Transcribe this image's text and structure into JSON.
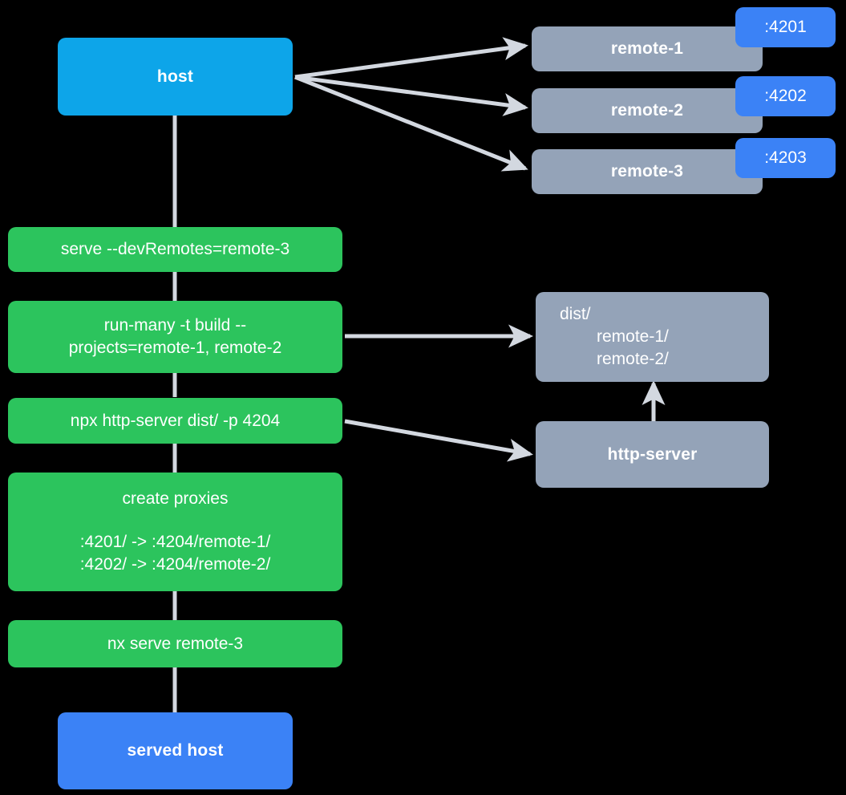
{
  "diagram": {
    "title": "Nx module federation host and remotes serve flow",
    "background": "#000000",
    "colors": {
      "host": "#0DA5E9",
      "served_host": "#3B82F6",
      "command": "#2CC45D",
      "remote": "#94A3B8",
      "port_badge": "#3B82F6",
      "edge": "#D3D8E0",
      "text": "#FFFFFF"
    },
    "nodes": {
      "host": "host",
      "served_host": "served host",
      "remote_1": "remote-1",
      "remote_2": "remote-2",
      "remote_3": "remote-3",
      "http_server": "http-server",
      "dist_root": "dist/",
      "dist_child_1": "remote-1/",
      "dist_child_2": "remote-2/",
      "cmd_serve": "serve --devRemotes=remote-3",
      "cmd_run_many_line1": "run-many -t build --",
      "cmd_run_many_line2": "projects=remote-1, remote-2",
      "cmd_http_server": "npx http-server dist/ -p 4204",
      "cmd_proxies_title": "create proxies",
      "cmd_proxies_line1": ":4201/ -> :4204/remote-1/",
      "cmd_proxies_line2": ":4202/ -> :4204/remote-2/",
      "cmd_nx_serve": "nx serve remote-3"
    },
    "ports": {
      "remote_1": ":4201",
      "remote_2": ":4202",
      "remote_3": ":4203"
    }
  }
}
